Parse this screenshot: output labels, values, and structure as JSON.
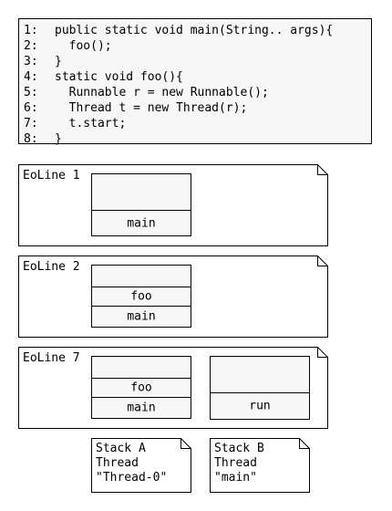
{
  "code": {
    "lines": [
      {
        "num": "1:",
        "text": "public static void main(String.. args){"
      },
      {
        "num": "2:",
        "text": "  foo();"
      },
      {
        "num": "3:",
        "text": "}"
      },
      {
        "num": "4:",
        "text": "static void foo(){"
      },
      {
        "num": "5:",
        "text": "  Runnable r = new Runnable();"
      },
      {
        "num": "6:",
        "text": "  Thread t = new Thread(r);"
      },
      {
        "num": "7:",
        "text": "  t.start;"
      },
      {
        "num": "8:",
        "text": "}"
      }
    ]
  },
  "snapshots": [
    {
      "label": "EoLine 1",
      "stack1": [
        "",
        "main"
      ]
    },
    {
      "label": "EoLine 2",
      "stack1": [
        "",
        "foo",
        "main"
      ]
    },
    {
      "label": "EoLine 7",
      "stack1": [
        "",
        "foo",
        "main"
      ],
      "stack2": [
        "",
        "run"
      ]
    }
  ],
  "legend": {
    "stack_a": [
      "Stack A",
      "Thread",
      "\"Thread-0\""
    ],
    "stack_b": [
      "Stack B",
      "Thread",
      "\"main\""
    ]
  }
}
